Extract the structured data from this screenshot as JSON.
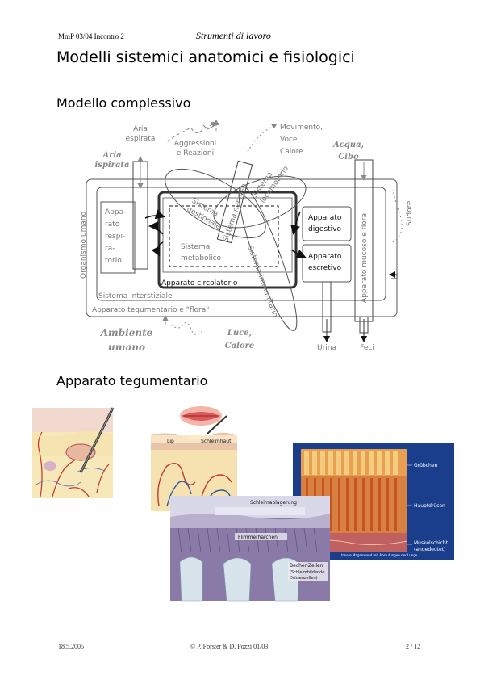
{
  "header": {
    "left": "MmP 03/04  Incontro 2",
    "center": "Strumenti di lavoro"
  },
  "title": "Modelli sistemici anatomici e fisiologici",
  "section1": {
    "heading": "Modello complessivo"
  },
  "diagram": {
    "aria_espirata": [
      "Aria",
      "espirata"
    ],
    "aria_ispirata": [
      "Aria",
      "ispirata"
    ],
    "aggressioni": [
      "Aggressioni",
      "e Reazioni"
    ],
    "movimento": [
      "Movimento,",
      "Voce,",
      "Calore"
    ],
    "acqua_cibo": [
      "Acqua,",
      "Cibo"
    ],
    "organismo_umano": "Organismo umano",
    "apparato_respiratorio": [
      "Appa-",
      "rato",
      "respi-",
      "ra-",
      "torio"
    ],
    "sistema_gestionale": [
      "Sistema",
      "gestionale"
    ],
    "sistema_locomotorio": [
      "Sistema",
      "locomotorio"
    ],
    "sistema_metabolico": [
      "Sistema",
      "metabolico"
    ],
    "sistema_nervoso": "Sistema nervoso",
    "sistema_immunitario": "Sistema immunitario",
    "apparato_digestivo": [
      "Apparato",
      "digestivo"
    ],
    "apparato_escretivo": [
      "Apparato",
      "escretivo"
    ],
    "apparato_mucosa": "Apparato mucoso e flora",
    "sudore": "Sudore",
    "apparato_circolatorio": "Apparato circolatorio",
    "sistema_interstiziale": "Sistema interstiziale",
    "apparato_tegumentario_flora": "Apparato tegumentario e \"flora\"",
    "ambiente_umano": [
      "Ambiente",
      "umano"
    ],
    "luce_calore": [
      "Luce,",
      "Calore"
    ],
    "urina": "Urina",
    "feci": "Feci"
  },
  "section2": {
    "heading": "Apparato tegumentario"
  },
  "figures": {
    "lips_labels": [
      "Lip",
      "Schleimhaut"
    ],
    "mucosa_labels": [
      "Schleimablagerung",
      "Flimmerhärchen",
      "Becher-Zellen",
      "(Schleimbildende",
      "Drüsenzellen)"
    ],
    "stomach_labels": [
      "Grübchen",
      "Hauptdrüsen",
      "Muskelschicht",
      "(angedeutet)",
      "Innere Magenwand mit Abstufungen der Lunge"
    ]
  },
  "footer": {
    "date": "18.5.2005",
    "copyright": "© P. Forster & D. Pozzi 01/03",
    "page": "2 / 12"
  },
  "colors": {
    "diagram_gray": "#888888",
    "stomach_blue": "#1a3e8c",
    "mucosa_purple": "#7a6a95",
    "skin_yellow": "#f2e3a8"
  }
}
